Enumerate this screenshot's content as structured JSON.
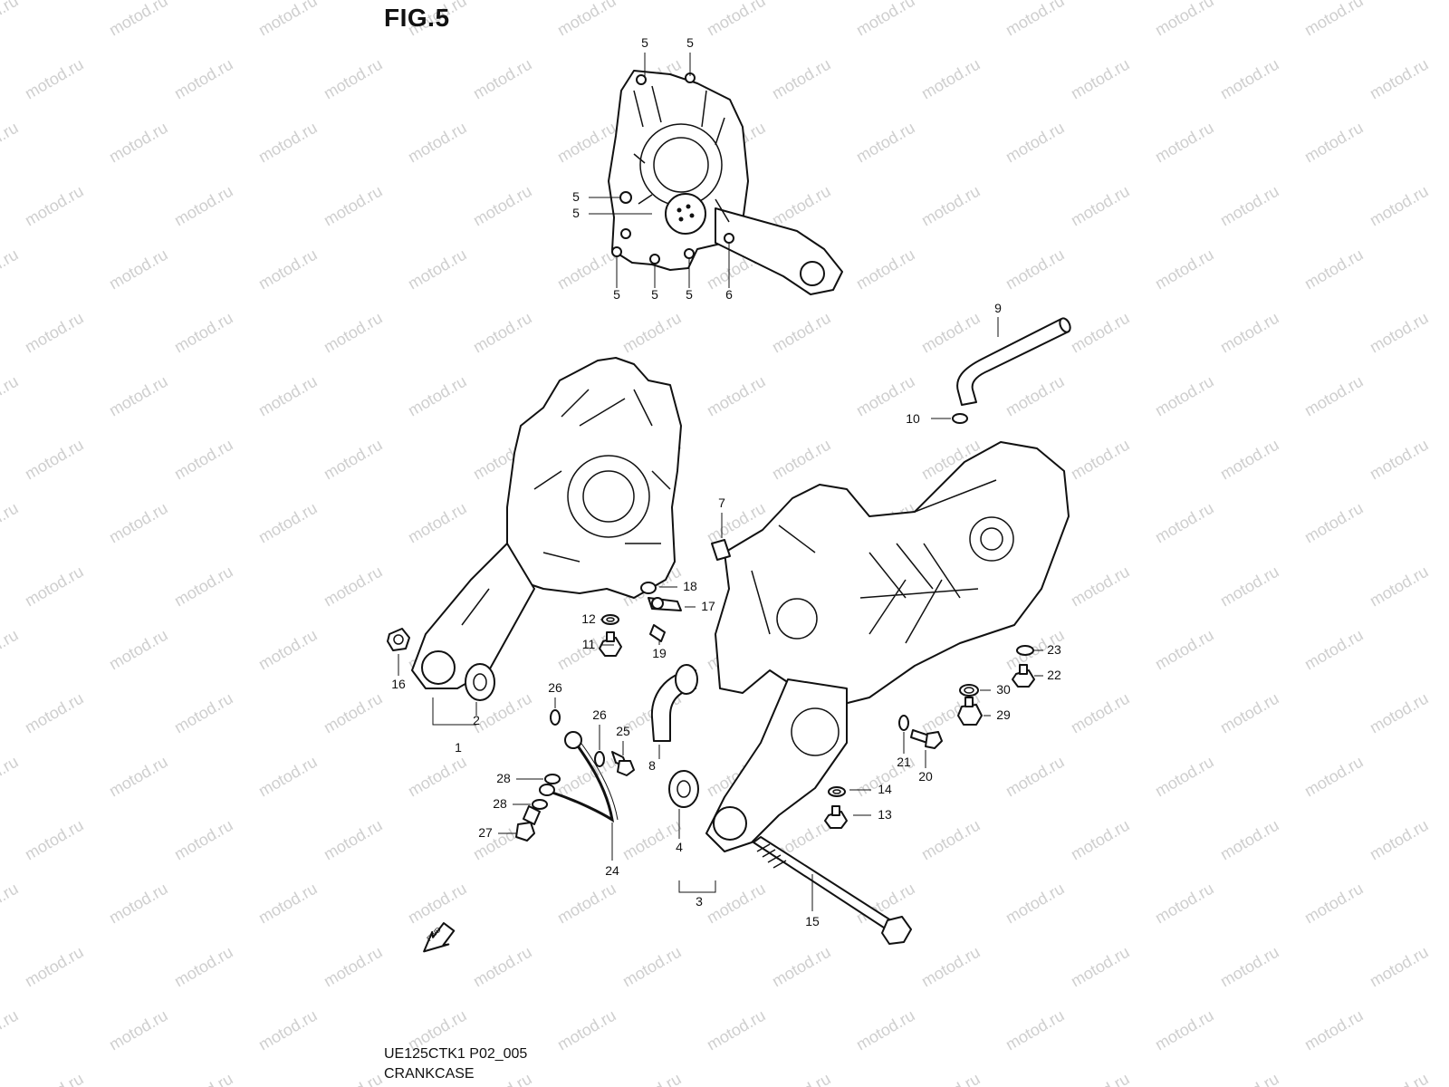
{
  "figure": {
    "title": "FIG.5",
    "code": "UE125CTK1 P02_005",
    "name": "CRANKCASE"
  },
  "watermark": "motod.ru",
  "fwd_arrow": "FWD",
  "callouts": [
    "1",
    "2",
    "3",
    "4",
    "5",
    "6",
    "7",
    "8",
    "9",
    "10",
    "11",
    "12",
    "13",
    "14",
    "15",
    "16",
    "17",
    "18",
    "19",
    "20",
    "21",
    "22",
    "23",
    "24",
    "25",
    "26",
    "27",
    "28",
    "29",
    "30"
  ]
}
